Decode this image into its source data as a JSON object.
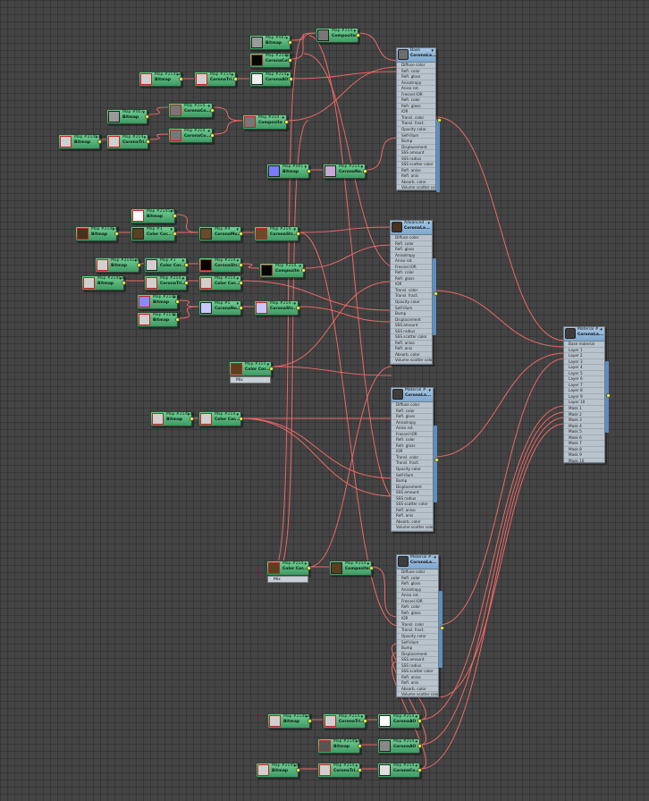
{
  "editor": {
    "title": "Slate Material Editor - node view"
  },
  "materials": [
    {
      "id": "M1",
      "title": "Base",
      "type": "CoronaLa...",
      "thumb": "#6e6e6e",
      "slots": [
        "Diffuse color",
        "Refl. color",
        "Refl. gloss",
        "Anisotropy",
        "Aniso rot.",
        "Fresnel IOR",
        "Refr. color",
        "Refr. gloss",
        "IOR",
        "Transl. color",
        "Transl. fract.",
        "Opacity color",
        "Self-illum",
        "Bump",
        "Displacement",
        "SSS amount",
        "SSS radius",
        "SSS scatter color",
        "Refl. aniso",
        "Refl. anis",
        "Absorb. color",
        "Volume scatter color"
      ]
    },
    {
      "id": "M2",
      "title": "Advanced ...",
      "type": "CoronaLa...",
      "thumb": "#4a3020",
      "slots": [
        "Diffuse color",
        "Refl. color",
        "Refl. gloss",
        "Anisotropy",
        "Aniso rot.",
        "Fresnel IOR",
        "Refr. color",
        "Refr. gloss",
        "IOR",
        "Transl. color",
        "Transl. fract.",
        "Opacity color",
        "Self-illum",
        "Bump",
        "Displacement",
        "SSS amount",
        "SSS radius",
        "SSS scatter color",
        "Refl. aniso",
        "Refl. anis",
        "Absorb. color",
        "Volume scatter color"
      ]
    },
    {
      "id": "M3",
      "title": "Material #...",
      "type": "CoronaLa...",
      "thumb": "#3d3d3d",
      "slots": [
        "Diffuse color",
        "Refl. color",
        "Refl. gloss",
        "Anisotropy",
        "Aniso rot.",
        "Fresnel IOR",
        "Refr. color",
        "Refr. gloss",
        "IOR",
        "Transl. color",
        "Transl. fract.",
        "Opacity color",
        "Self-illum",
        "Bump",
        "Displacement",
        "SSS amount",
        "SSS radius",
        "SSS scatter color",
        "Refl. aniso",
        "Refl. anis",
        "Absorb. color",
        "Volume scatter color"
      ]
    },
    {
      "id": "M4",
      "title": "Material #...",
      "type": "CoronaLa...",
      "thumb": "#3d3d3d",
      "slots": [
        "Diffuse color",
        "Refl. color",
        "Refl. gloss",
        "Anisotropy",
        "Aniso rot.",
        "Fresnel IOR",
        "Refr. color",
        "Refr. gloss",
        "IOR",
        "Transl. color",
        "Transl. fract.",
        "Opacity color",
        "Self-illum",
        "Bump",
        "Displacement",
        "SSS amount",
        "SSS radius",
        "SSS scatter color",
        "Refl. aniso",
        "Refl. anis",
        "Absorb. color",
        "Volume scatter color"
      ]
    },
    {
      "id": "M5",
      "title": "Material #...",
      "type": "CoronaLa...",
      "thumb": "#3d3d3d",
      "slots": [
        "Base material",
        "Layer 1",
        "Layer 2",
        "Layer 3",
        "Layer 4",
        "Layer 5",
        "Layer 6",
        "Layer 7",
        "Layer 8",
        "Layer 9",
        "Layer 10",
        "Mask 1",
        "Mask 2",
        "Mask 3",
        "Mask 4",
        "Mask 5",
        "Mask 6",
        "Mask 7",
        "Mask 8",
        "Mask 9",
        "Mask 10"
      ]
    }
  ],
  "maps": [
    {
      "id": "n1",
      "title": "Map #007",
      "type": "Bitmap",
      "thumb": "#9a9a9a",
      "red": false
    },
    {
      "id": "n2",
      "title": "Map #214...",
      "type": "Composite",
      "thumb": "#777777",
      "red": false
    },
    {
      "id": "n3",
      "title": "Map #214534...",
      "type": "CoronaColor",
      "thumb": "#050505",
      "red": true
    },
    {
      "id": "n4",
      "title": "Map #214534...",
      "type": "Bitmap",
      "thumb": "#d0d0d0",
      "red": true
    },
    {
      "id": "n5",
      "title": "Map #214...",
      "type": "CoronaTri...",
      "thumb": "#d0d0d0",
      "red": true
    },
    {
      "id": "n6",
      "title": "Map #214...",
      "type": "CoronaAO",
      "thumb": "#f0f0f0",
      "red": false
    },
    {
      "id": "n7",
      "title": "Map #214...",
      "type": "CoronaCo...",
      "thumb": "#777777",
      "red": true
    },
    {
      "id": "n8",
      "title": "Map #007",
      "type": "Bitmap",
      "thumb": "#9a9a9a",
      "red": false
    },
    {
      "id": "n9",
      "title": "Map #214...",
      "type": "Composite",
      "thumb": "#777777",
      "red": true
    },
    {
      "id": "n10",
      "title": "Map #214534...",
      "type": "Bitmap",
      "thumb": "#d0d0d0",
      "red": true
    },
    {
      "id": "n11",
      "title": "Map #214...",
      "type": "CoronaTri...",
      "thumb": "#d0d0d0",
      "red": true
    },
    {
      "id": "n12",
      "title": "Map #214...",
      "type": "CoronaCo...",
      "thumb": "#777777",
      "red": true
    },
    {
      "id": "n13",
      "title": "Map #001",
      "type": "Bitmap",
      "thumb": "#7a7aff",
      "red": false
    },
    {
      "id": "n14",
      "title": "Map #214...",
      "type": "CoronaNo...",
      "thumb": "#c8a8d8",
      "red": false
    },
    {
      "id": "n15",
      "title": "Map #214534...",
      "type": "Bitmap",
      "thumb": "#ffffff",
      "red": true
    },
    {
      "id": "n16",
      "title": "Map #214534...",
      "type": "Bitmap",
      "thumb": "#4a3020",
      "red": true
    },
    {
      "id": "n17",
      "title": "Map #1",
      "type": "Color Cor...",
      "thumb": "#5a4020",
      "red": false
    },
    {
      "id": "n18",
      "title": "Map #4",
      "type": "CoronaMu...",
      "thumb": "#6a4a28",
      "red": false
    },
    {
      "id": "n19",
      "title": "Map #214...",
      "type": "CoronaStr...",
      "thumb": "#6a4a28",
      "red": true
    },
    {
      "id": "n20",
      "title": "Map #214534...",
      "type": "Bitmap",
      "thumb": "#d0d0d0",
      "red": true
    },
    {
      "id": "n21",
      "title": "Map #1",
      "type": "Color Cor...",
      "thumb": "#d0d0d0",
      "red": false
    },
    {
      "id": "n22",
      "title": "Map #214...",
      "type": "CoronaStr...",
      "thumb": "#050505",
      "red": true
    },
    {
      "id": "n23",
      "title": "Map #214...",
      "type": "Composite",
      "thumb": "#050505",
      "red": true
    },
    {
      "id": "n24",
      "title": "Map #214534...",
      "type": "Bitmap",
      "thumb": "#d0d0d0",
      "red": true
    },
    {
      "id": "n25",
      "title": "Map #214...",
      "type": "CoronaTri...",
      "thumb": "#d0d0d0",
      "red": true
    },
    {
      "id": "n26",
      "title": "Map #214...",
      "type": "Color Cor...",
      "thumb": "#d0d0d0",
      "red": true
    },
    {
      "id": "n27",
      "title": "Map #214534...",
      "type": "Bitmap",
      "thumb": "#8a8aff",
      "red": true
    },
    {
      "id": "n28",
      "title": "Map #214534...",
      "type": "Bitmap",
      "thumb": "#d0d0d0",
      "red": true
    },
    {
      "id": "n29",
      "title": "Map #5",
      "type": "CoronaNo...",
      "thumb": "#c8c8ff",
      "red": false
    },
    {
      "id": "n30",
      "title": "Map #214...",
      "type": "CoronaStr...",
      "thumb": "#c8c8ff",
      "red": true
    },
    {
      "id": "n31",
      "title": "Map #214...",
      "type": "Color Cor...",
      "thumb": "#5a4020",
      "red": true
    },
    {
      "id": "n32",
      "title": "Map #214534...",
      "type": "Bitmap",
      "thumb": "#d0d0d0",
      "red": true
    },
    {
      "id": "n33",
      "title": "Map #214...",
      "type": "Color Cor...",
      "thumb": "#d0d0d0",
      "red": true
    },
    {
      "id": "n34",
      "title": "Map #214...",
      "type": "Color Cor...",
      "thumb": "#5a4020",
      "red": true
    },
    {
      "id": "n35",
      "title": "Map #214...",
      "type": "Composite",
      "thumb": "#5a4020",
      "red": false
    },
    {
      "id": "n36",
      "title": "Map #214534...",
      "type": "Bitmap",
      "thumb": "#d0d0d0",
      "red": true
    },
    {
      "id": "n37",
      "title": "Map #214...",
      "type": "CoronaTri...",
      "thumb": "#d0d0d0",
      "red": true
    },
    {
      "id": "n38",
      "title": "Map #214...",
      "type": "CoronaAO",
      "thumb": "#ffffff",
      "red": false
    },
    {
      "id": "n39",
      "title": "Map #214534...",
      "type": "Bitmap",
      "thumb": "#555555",
      "red": true
    },
    {
      "id": "n40",
      "title": "Map #214...",
      "type": "CoronaAO",
      "thumb": "#888888",
      "red": false
    },
    {
      "id": "n41",
      "title": "Map #214534...",
      "type": "Bitmap",
      "thumb": "#d0d0d0",
      "red": true
    },
    {
      "id": "n42",
      "title": "Map #214...",
      "type": "CoronaTri...",
      "thumb": "#d0d0d0",
      "red": true
    },
    {
      "id": "n43",
      "title": "Map #214...",
      "type": "CoronaCo...",
      "thumb": "#e0e0e0",
      "red": false
    }
  ],
  "mix_label": "Mix",
  "colors": {
    "wire": "#ff6b6b",
    "pin": "#e8ff2a",
    "node_green": "#4fae73",
    "material_header": "#8fb4d8",
    "panel": "#b9c3cc",
    "canvas": "#444444"
  }
}
